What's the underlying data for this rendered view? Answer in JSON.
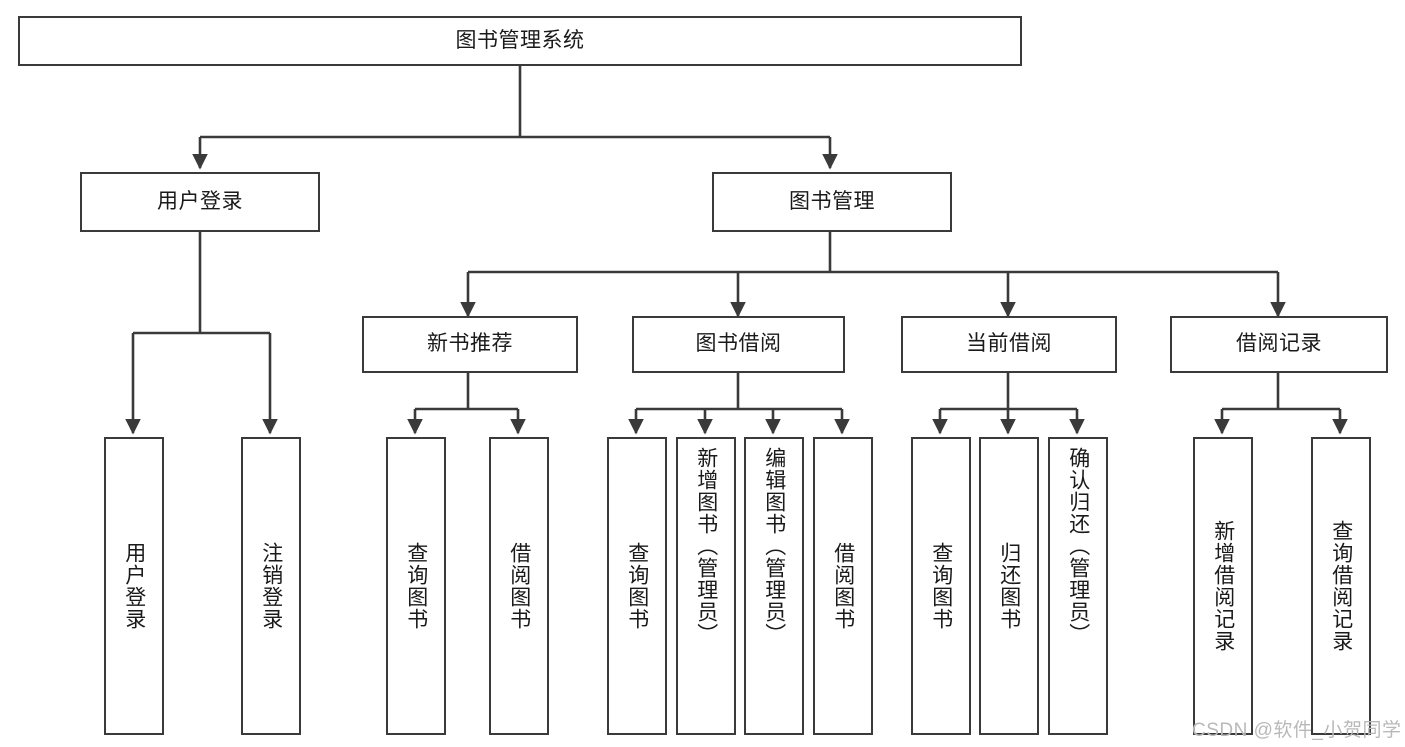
{
  "diagram": {
    "title": "图书管理系统",
    "type": "tree",
    "background_color": "#ffffff",
    "line_color": "#3a3a3a",
    "text_color": "#1a1a1a",
    "watermark": "CSDN @软件_小贺同学",
    "root": {
      "label": "图书管理系统"
    },
    "level2": [
      {
        "label": "用户登录"
      },
      {
        "label": "图书管理"
      }
    ],
    "level3": [
      {
        "label": "新书推荐"
      },
      {
        "label": "图书借阅"
      },
      {
        "label": "当前借阅"
      },
      {
        "label": "借阅记录"
      }
    ],
    "leaves": {
      "user_login": [
        {
          "label": "用户登录"
        },
        {
          "label": "注销登录"
        }
      ],
      "new_book_recommend": [
        {
          "label": "查询图书"
        },
        {
          "label": "借阅图书"
        }
      ],
      "book_borrow": [
        {
          "label": "查询图书"
        },
        {
          "label": "新增图书（管理员）"
        },
        {
          "label": "编辑图书（管理员）"
        },
        {
          "label": "借阅图书"
        }
      ],
      "current_borrow": [
        {
          "label": "查询图书"
        },
        {
          "label": "归还图书"
        },
        {
          "label": "确认归还（管理员）"
        }
      ],
      "borrow_record": [
        {
          "label": "新增借阅记录"
        },
        {
          "label": "查询借阅记录"
        }
      ]
    }
  }
}
